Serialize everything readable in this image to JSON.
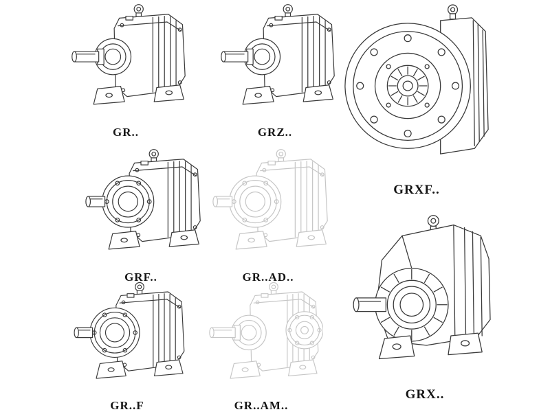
{
  "page": {
    "background": "#ffffff",
    "line_color": "#3a3a3a",
    "ghost_line_color": "#c6c6c6",
    "label_color": "#151515"
  },
  "models": [
    {
      "id": "gr",
      "label": "GR..",
      "style": "solid"
    },
    {
      "id": "grz",
      "label": "GRZ..",
      "style": "solid"
    },
    {
      "id": "grxf",
      "label": "GRXF..",
      "style": "solid"
    },
    {
      "id": "grf",
      "label": "GRF..",
      "style": "solid"
    },
    {
      "id": "gr-ad",
      "label": "GR..AD..",
      "style": "ghost"
    },
    {
      "id": "grx",
      "label": "GRX..",
      "style": "solid"
    },
    {
      "id": "gr-f",
      "label": "GR..F",
      "style": "solid"
    },
    {
      "id": "gr-am",
      "label": "GR..AM..",
      "style": "ghost"
    }
  ]
}
